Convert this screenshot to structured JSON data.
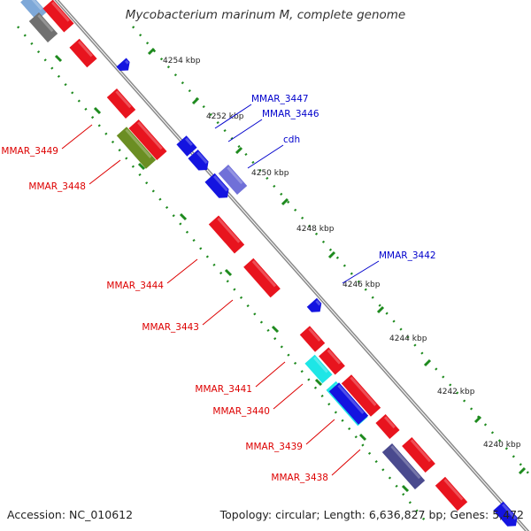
{
  "title": "Mycobacterium marinum M, complete genome",
  "footer": {
    "accession": "Accession: NC_010612",
    "topology": "Topology: circular; Length: 6,636,827 bp; Genes: 5,472"
  },
  "colors": {
    "backbone": "#8a8a8a",
    "tick": "#1e8a1e",
    "forward_label": "#0000cc",
    "reverse_label": "#dd0000",
    "red_gene": "#e8141e",
    "blue_gene": "#1414e0",
    "purple_gene": "#7070d8",
    "gray_gene": "#707070",
    "olive_gene": "#6b8e23",
    "cyan_gene": "#1ee6e6",
    "navy_gene": "#4a4a8e",
    "light_blue_gene": "#7ea8d8"
  },
  "kbp_ticks": [
    "4254 kbp",
    "4252 kbp",
    "4250 kbp",
    "4248 kbp",
    "4246 kbp",
    "4244 kbp",
    "4242 kbp",
    "4240 kbp"
  ],
  "gene_labels": [
    {
      "text": "MMAR_3447",
      "strand": "forward"
    },
    {
      "text": "MMAR_3446",
      "strand": "forward"
    },
    {
      "text": "cdh",
      "strand": "forward"
    },
    {
      "text": "MMAR_3442",
      "strand": "forward"
    },
    {
      "text": "MMAR_3449",
      "strand": "reverse"
    },
    {
      "text": "MMAR_3448",
      "strand": "reverse"
    },
    {
      "text": "MMAR_3444",
      "strand": "reverse"
    },
    {
      "text": "MMAR_3443",
      "strand": "reverse"
    },
    {
      "text": "MMAR_3441",
      "strand": "reverse"
    },
    {
      "text": "MMAR_3440",
      "strand": "reverse"
    },
    {
      "text": "MMAR_3439",
      "strand": "reverse"
    },
    {
      "text": "MMAR_3438",
      "strand": "reverse"
    }
  ]
}
